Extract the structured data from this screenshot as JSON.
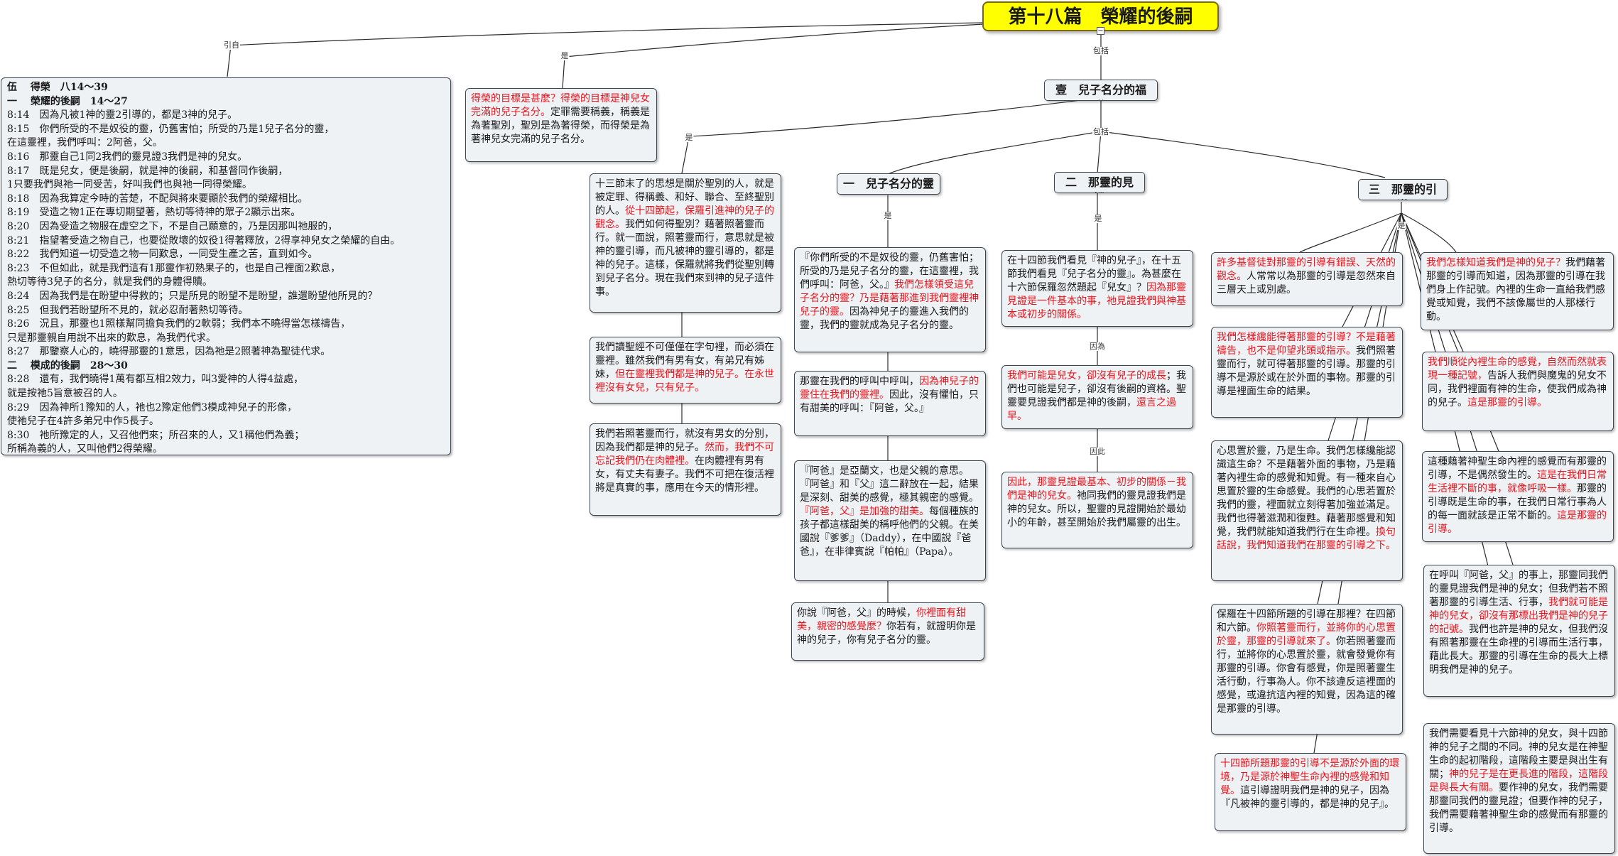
{
  "title": "第十八篇　榮耀的後嗣（一）",
  "edge_labels": {
    "yinyan": "引自",
    "shi": "是",
    "baokuo": "包括",
    "yinwei": "因為",
    "yinci": "因此"
  },
  "collapse_symbol": "−",
  "scripture": {
    "heading1": "伍　 得榮　八14～39",
    "heading2": "一　 榮耀的後嗣　14～27",
    "lines": [
      "8:14　因為凡被1神的靈2引導的，都是3神的兒子。",
      "8:15　你們所受的不是奴役的靈，仍舊害怕；所受的乃是1兒子名分的靈，",
      "在這靈裡，我們呼叫：2阿爸，父。",
      "8:16　那靈自己1同2我們的靈見證3我們是神的兒女。",
      "8:17　既是兒女，便是後嗣，就是神的後嗣，和基督同作後嗣，",
      "1只要我們與祂一同受苦，好叫我們也與祂一同得榮耀。",
      "8:18　因為我算定今時的苦楚，不配與將來要顯於我們的榮耀相比。",
      "8:19　受造之物1正在專切期望著，熱切等待神的眾子2顯示出來。",
      "8:20　因為受造之物服在虛空之下，不是自己願意的，乃是因那叫祂服的，",
      "8:21　指望著受造之物自己，也要從敗壞的奴役1得著釋放，2得享神兒女之榮耀的自由。",
      "8:22　我們知道一切受造之物一同歎息，一同受生產之苦，直到如今。",
      "8:23　不但如此，就是我們這有1那靈作初熟果子的，也是自己裡面2歎息，",
      "熱切等待3兒子的名分，就是我們的身體得贖。",
      "8:24　因為我們是在盼望中得救的；只是所見的盼望不是盼望，誰還盼望他所見的？",
      "8:25　但我們若盼望所不見的，就必忍耐著熱切等待。",
      "8:26　況且，那靈也1照樣幫同擔負我們的2軟弱；我們本不曉得當怎樣禱告，",
      "只是那靈親自用說不出來的歎息，為我們代求。",
      "8:27　那鑒察人心的，曉得那靈的1意思，因為祂是2照著神為聖徒代求。"
    ],
    "heading3": "二　 模成的後嗣　28～30",
    "lines2": [
      "8:28　還有，我們曉得1萬有都互相2效力，叫3愛神的人得4益處，",
      "就是按祂5旨意被召的人。",
      "8:29　因為神所1豫知的人，祂也2豫定他們3模成神兒子的形像，",
      "使祂兒子在4許多弟兄中作5長子。",
      "8:30　祂所豫定的人，又召他們來；所召來的人，又1稱他們為義；",
      "所稱為義的人，又叫他們2得榮耀。"
    ]
  },
  "goal": {
    "red": "得榮的目標是甚麼？得榮的目標是神兒女完滿的兒子名分。",
    "black": "定罪需要稱義，稱義是為著聖別，聖別是為著得榮，而得榮是為著神兒女完滿的兒子名分。"
  },
  "section_one": {
    "label": "壹　兒子名分的福分"
  },
  "intro": {
    "black1": "十三節末了的思想是關於聖別的人，就是被定罪、得稱義、和好、聯合、至終聖別的人。",
    "red1": "從十四節起，保羅引進神的兒子的觀念。",
    "black2": "我們如何得聖別？藉著照著靈而行。就一面說，照著靈而行，意思就是被神的靈引導，而凡被神的靈引導的，都是神的兒子。這樣，保羅就將我們從聖別轉到兒子名分。現在我們來到神的兒子這件事。"
  },
  "spirit_fact": {
    "black1": "我們讀聖經不可僅僅在字句裡，而必須在靈裡。雖然我們有男有女，有弟兄有姊妹，",
    "red1": "但在靈裡我們都是神的兒子。在永世裡沒有女兒，只有兒子。"
  },
  "flesh_note": {
    "black1": "我們若照著靈而行，就沒有男女的分別，因為我們都是神的兒子。",
    "red1": "然而，我們不可忘記我們仍在肉體裡。",
    "black2": "在肉體裡有男有女，有丈夫有妻子。我們不可把在復活裡將是真實的事，應用在今天的情形裡。"
  },
  "heads": {
    "h1": "一　兒子名分的靈",
    "h2": "二　那靈的見證",
    "h3": "三　那靈的引導"
  },
  "sonship_spirit": {
    "black1": "『你們所受的不是奴役的靈，仍舊害怕；所受的乃是兒子名分的靈，在這靈裡，我們呼叫：阿爸，父。』",
    "red1": "我們怎樣領受這兒子名分的靈？乃是藉著那進到我們靈裡神兒子的靈。",
    "black2": "因為神兒子的靈進入我們的靈，我們的靈就成為兒子名分的靈。"
  },
  "cry_node": {
    "black1": "那靈在我們的呼叫中呼叫，",
    "red1": "因為神兒子的靈住在我們的靈裡。",
    "black2": "因此，沒有懼怕，只有甜美的呼叫：『阿爸，父。』"
  },
  "abba_node": {
    "black1": "『阿爸』是亞蘭文，也是父親的意思。『阿爸』和『父』這二辭放在一起，結果是深刻、甜美的感覺，極其親密的感覺。",
    "red1": "『阿爸，父』是加強的甜美。",
    "black2": "每個種族的孩子都這樣甜美的稱呼他們的父親。在美國說『爹爹』（Daddy），在中國說『爸爸』，在非律賓說『帕帕』（Papa）。"
  },
  "sweet_node": {
    "black1": "你說『阿爸，父』的時候，",
    "red1": "你裡面有甜美，親密的感覺麼？",
    "black2": "你若有，就證明你是神的兒子，你有兒子名分的靈。"
  },
  "witness1": {
    "black1": "在十四節我們看見『神的兒子』，在十五節我們看見『兒子名分的靈』。為甚麼在十六節保羅忽然題起『兒女』？",
    "red1": "因為那靈見證是一件基本的事，祂見證我們與神基本或初步的關係。"
  },
  "witness2": {
    "red1": "我們可能是兒女，卻沒有兒子的成長",
    "black1": "；我們也可能是兒子，卻沒有後嗣的資格。聖靈要見證我們都是神的後嗣，",
    "red2": "還言之過早。"
  },
  "witness3": {
    "red1": "因此，那靈見證最基本、初步的關係－我們是神的兒女。",
    "black1": "祂同我們的靈見證我們是神的兒女。所以，聖靈的見證開始於最幼小的年齡，甚至開始於我們屬靈的出生。"
  },
  "lead1": {
    "red1": "許多基督徒對那靈的引導有錯誤、天然的觀念。",
    "black1": "人常常以為那靈的引導是忽然來自三層天上或別處。"
  },
  "lead2": {
    "red1": "我們怎樣纔能得著那靈的引導？不是藉著禱告，也不是仰望兆頭或指示。",
    "black1": "我們照著靈而行，就可得著那靈的引導。那靈的引導不是源於或在於外面的事物。那靈的引導是裡面生命的結果。"
  },
  "lead3": {
    "black1": "心思置於靈，乃是生命。我們怎樣纔能認識這生命？不是藉著外面的事物，乃是藉著內裡生命的感覺和知覺。有一種來自心思置於靈的生命感覺。我們的心思若置於我們的靈，裡面就立刻得著加強並滿足。我們也得著滋潤和復甦。藉著那感覺和知覺，我們就能知道我們行在生命裡。",
    "red1": "換句話說，我們知道我們在那靈的引導之下。"
  },
  "lead4": {
    "black1": "保羅在十四節所題的引導在那裡？在四節和六節。",
    "red1": "你照著靈而行，並將你的心思置於靈，那靈的引導就來了。",
    "black2": "你若照著靈而行，並將你的心思置於靈，就會發覺你有那靈的引導。你會有感覺，你是照著靈生活行動，行事為人。你不該違反這裡面的感覺，或違抗這內裡的知覺，因為這的確是那靈的引導。"
  },
  "lead5": {
    "red1": "十四節所題那靈的引導不是源於外面的環境，乃是源於神聖生命內裡的感覺和知覺。",
    "black1": "這引導證明我們是神的兒子，因為『凡被神的靈引導的，都是神的兒子』。"
  },
  "r1": {
    "red1": "我們怎樣知道我們是神的兒子？",
    "black1": "我們藉著那靈的引導而知道，因為那靈的引導在我們身上作記號。內裡的生命一直給我們感覺或知覺，我們不該像屬世的人那樣行動。"
  },
  "r2": {
    "red1": "我們順從內裡生命的感覺，自然而然就表現一種記號，",
    "black1": "告訴人我們與魔鬼的兒女不同，我們裡面有神的生命，使我們成為神的兒子。",
    "red2": "這是那靈的引導。"
  },
  "r3": {
    "black1": "這種藉著神聖生命內裡的感覺而有那靈的引導，不是偶然發生的。",
    "red1": "這是在我們日常生活裡不斷的事，就像呼吸一樣。",
    "black2": "那靈的引導既是生命的事，在我們日常行事為人的每一面就該是正常不斷的。",
    "red2": "這是那靈的引導。"
  },
  "r4": {
    "black1": "在呼叫『阿爸，父』的事上，那靈同我們的靈見證我們是神的兒女；但我們若不照著那靈的引導生活、行事，",
    "red1": "我們就可能是神的兒女，卻沒有那標出我們是神的兒子的記號。",
    "black2": "我們也許是神的兒女，但我們沒有照著那靈在生命裡的引導而生活行事，藉此長大。那靈的引導在生命的長大上標明我們是神的兒子。"
  },
  "r5": {
    "black1": "我們需要看見十六節神的兒女，與十四節神的兒子之間的不同。神的兒女是在神聖生命的起初階段，這階段主要是與出生有關；",
    "red1": "神的兒子是在更長進的階段，這階段是與長大有關。",
    "black2": "要作神的兒女，我們需要那靈同我們的靈見證；但要作神的兒子，我們需要藉著神聖生命的感覺而有那靈的引導。"
  }
}
